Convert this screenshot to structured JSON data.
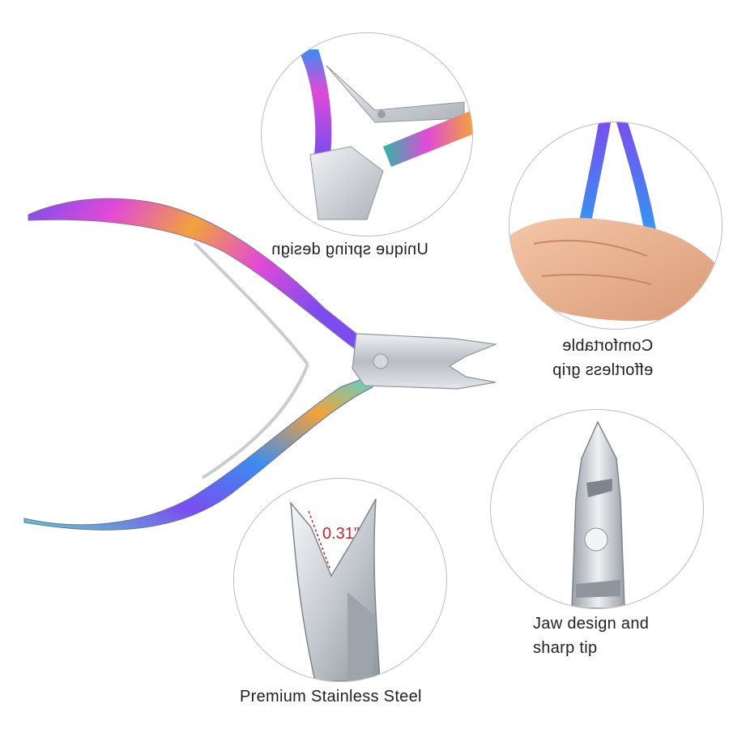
{
  "image": {
    "subject": "rainbow-titanium-cuticle-nipper",
    "colors": {
      "background": "#ffffff",
      "circle_border": "#bdbdbd",
      "caption_text": "#222222",
      "measurement_text": "#c0262c",
      "steel": "#c9cdd3",
      "rainbow": [
        "#7b4df0",
        "#e04ad6",
        "#f2a23c",
        "#5ad3c8",
        "#3b8cf0"
      ]
    }
  },
  "callouts": {
    "spring": {
      "caption": "Unique spring design",
      "mirrored": true
    },
    "grip": {
      "caption_line1": "Comfortable",
      "caption_line2": "effortless grip",
      "mirrored": true
    },
    "steel": {
      "caption": "Premium Stainless Steel",
      "measurement": "0.31\""
    },
    "jaw": {
      "caption_line1": "Jaw design and",
      "caption_line2": "sharp tip"
    }
  }
}
